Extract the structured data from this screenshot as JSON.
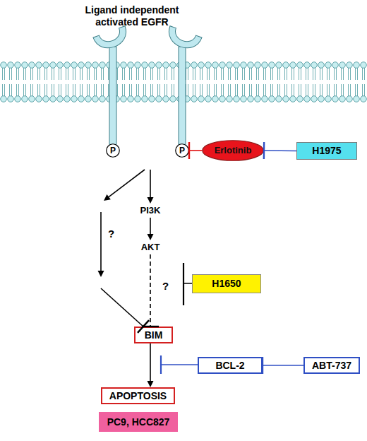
{
  "diagram": {
    "nodes": [
      {
        "text": [
          "Ligand independent activated EGFR"
        ]
      },
      {
        "text": [
          "P"
        ],
        "in": 0
      },
      {
        "text": [
          "P"
        ],
        "in": 0
      },
      {
        "text": [
          "Erlotinib"
        ]
      },
      {
        "text": [
          "H1975"
        ]
      },
      {
        "text": [
          "PI3K"
        ]
      },
      {
        "text": [
          "AKT"
        ]
      },
      {
        "text": [
          "H1650"
        ]
      },
      {
        "text": [
          "BIM"
        ]
      },
      {
        "text": [
          "BCL-2"
        ]
      },
      {
        "text": [
          "ABT-737"
        ]
      },
      {
        "text": [
          "APOPTOSIS"
        ]
      },
      {
        "text": [
          "PC9, HCC827"
        ]
      }
    ],
    "edges": [
      {
        "from": 4,
        "to": 3,
        "arrow": "to"
      },
      {
        "from": 3,
        "to": 2,
        "arrow": "to"
      },
      {
        "from": 0,
        "to": 5,
        "arrow": "to"
      },
      {
        "from": 5,
        "to": 6,
        "arrow": "to"
      },
      {
        "from": 0,
        "to": 8,
        "label": "?",
        "arrow": "to"
      },
      {
        "from": 6,
        "to": 8,
        "label": "?",
        "arrow": "to"
      },
      {
        "from": 8,
        "to": 11,
        "arrow": "to"
      },
      {
        "from": 10,
        "to": 9,
        "arrow": "to"
      }
    ]
  }
}
